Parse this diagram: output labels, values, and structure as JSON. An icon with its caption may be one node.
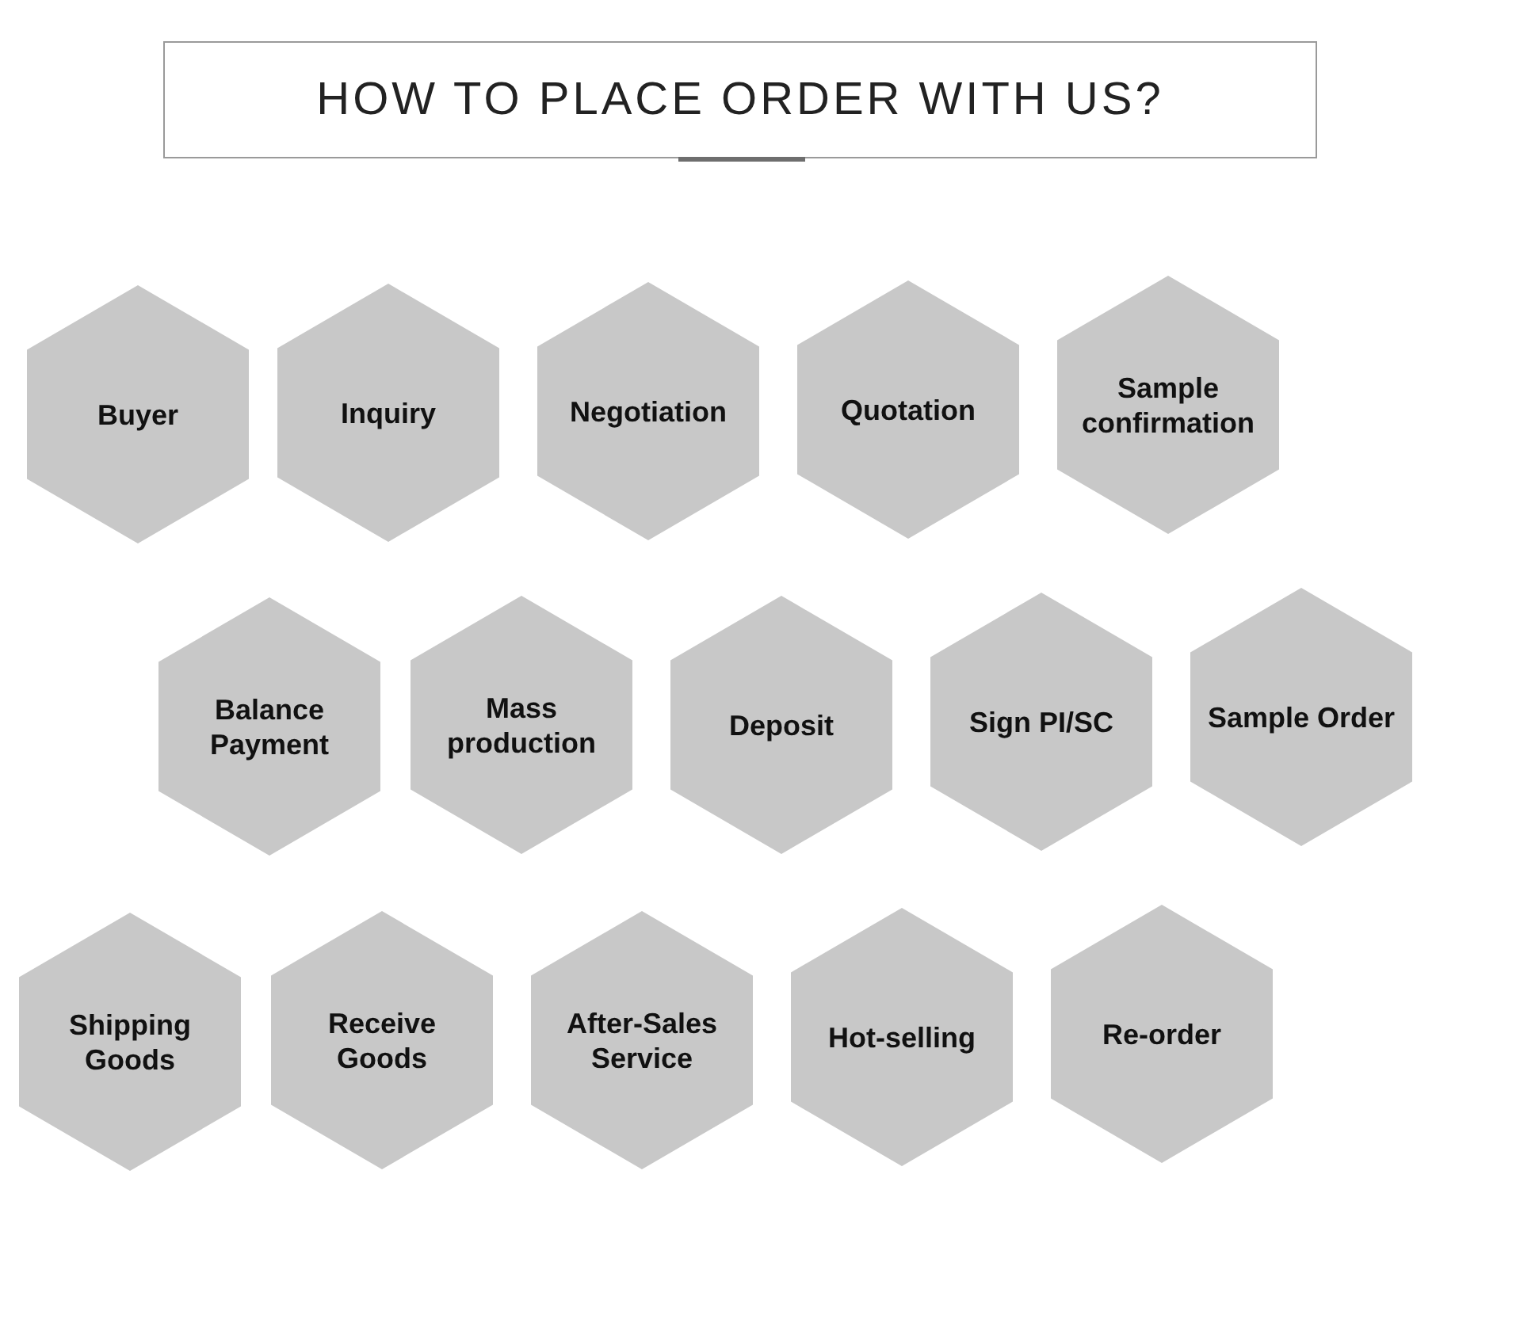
{
  "diagram": {
    "title": "HOW TO PLACE ORDER WITH US?",
    "nodes": [
      {
        "text": [
          "Buyer"
        ]
      },
      {
        "text": [
          "Inquiry"
        ]
      },
      {
        "text": [
          "Negotiation"
        ]
      },
      {
        "text": [
          "Quotation"
        ]
      },
      {
        "text": [
          "Sample confirmation"
        ]
      },
      {
        "text": [
          "Balance Payment"
        ]
      },
      {
        "text": [
          "Mass production"
        ]
      },
      {
        "text": [
          "Deposit"
        ]
      },
      {
        "text": [
          "Sign PI/SC"
        ]
      },
      {
        "text": [
          "Sample Order"
        ]
      },
      {
        "text": [
          "Shipping Goods"
        ]
      },
      {
        "text": [
          "Receive Goods"
        ]
      },
      {
        "text": [
          "After-Sales Service"
        ]
      },
      {
        "text": [
          "Hot-selling"
        ]
      },
      {
        "text": [
          "Re-order"
        ]
      }
    ]
  }
}
